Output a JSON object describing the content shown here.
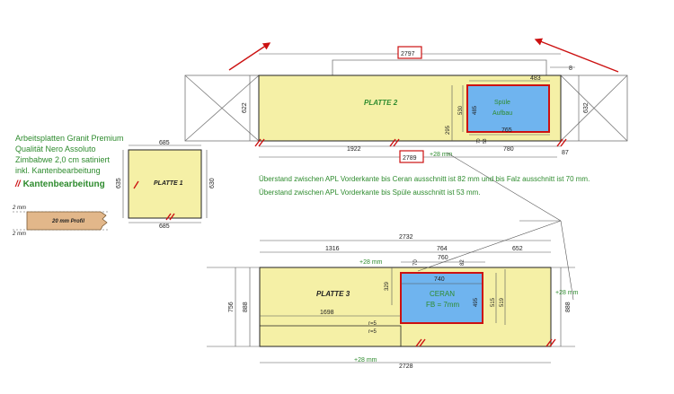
{
  "colors": {
    "slab": "#f5f0a6",
    "cutout": "#6fb4ef",
    "accent": "#cc1111",
    "note_text": "#2e8b2e",
    "dim_line": "#555555",
    "profile": "#e2b78a"
  },
  "legend": {
    "lines": [
      "Arbeitsplatten Granit Premium",
      "Qualität Nero Assoluto",
      "Zimbabwe 2,0 cm satiniert",
      "inkl. Kantenbearbeitung"
    ],
    "kanten_label": "Kantenbearbeitung",
    "kanten_symbol": "//"
  },
  "profile": {
    "label": "20 mm Profil",
    "top_thickness": "2 mm",
    "bottom_thickness": "2 mm"
  },
  "notes": [
    "Überstand zwischen APL Vorderkante bis Ceran ausschnitt ist 82 mm und bis Falz ausschnitt ist 70 mm.",
    "Überstand zwischen APL Vorderkante bis Spüle ausschnitt ist 53 mm."
  ],
  "platte1": {
    "label": "PLATTE 1",
    "dims": {
      "top": "685",
      "bottom": "685",
      "left": "635",
      "right": "630"
    }
  },
  "platte2": {
    "label": "PLATTE 2",
    "cutout_label_1": "Spüle",
    "cutout_label_2": "Aufbau",
    "dims": {
      "overall": "2797",
      "bottom_total": "2789",
      "left_depth": "622",
      "right_depth": "632",
      "segment_left": "1922",
      "segment_right": "780",
      "right_gap": "87",
      "cutout_top": "483",
      "cutout_inner": "765",
      "cutout_height_a": "530",
      "cutout_height_b": "485",
      "cutout_offset": "295",
      "side_gap": "8",
      "small_a": "70",
      "small_b": "53",
      "front_overhang": "+28 mm"
    }
  },
  "platte3": {
    "label": "PLATTE 3",
    "cutout_label_1": "CERAN",
    "cutout_label_2": "FB = 7mm",
    "dims": {
      "top_total": "2732",
      "bottom_total": "2728",
      "seg_1316": "1316",
      "seg_764": "764",
      "seg_652": "652",
      "seg_760": "760",
      "small_70": "70",
      "small_82": "82",
      "cutout_740": "740",
      "cutout_495": "495",
      "cutout_515": "515",
      "cutout_519": "519",
      "depth_329": "329",
      "notch_1698": "1698",
      "left_756": "756",
      "left_888": "888",
      "right_888": "888",
      "radius_1": "r=5",
      "radius_2": "r=5",
      "overhang_left": "+28 mm",
      "overhang_right": "+28 mm",
      "overhang_bottom": "+28 mm"
    }
  }
}
